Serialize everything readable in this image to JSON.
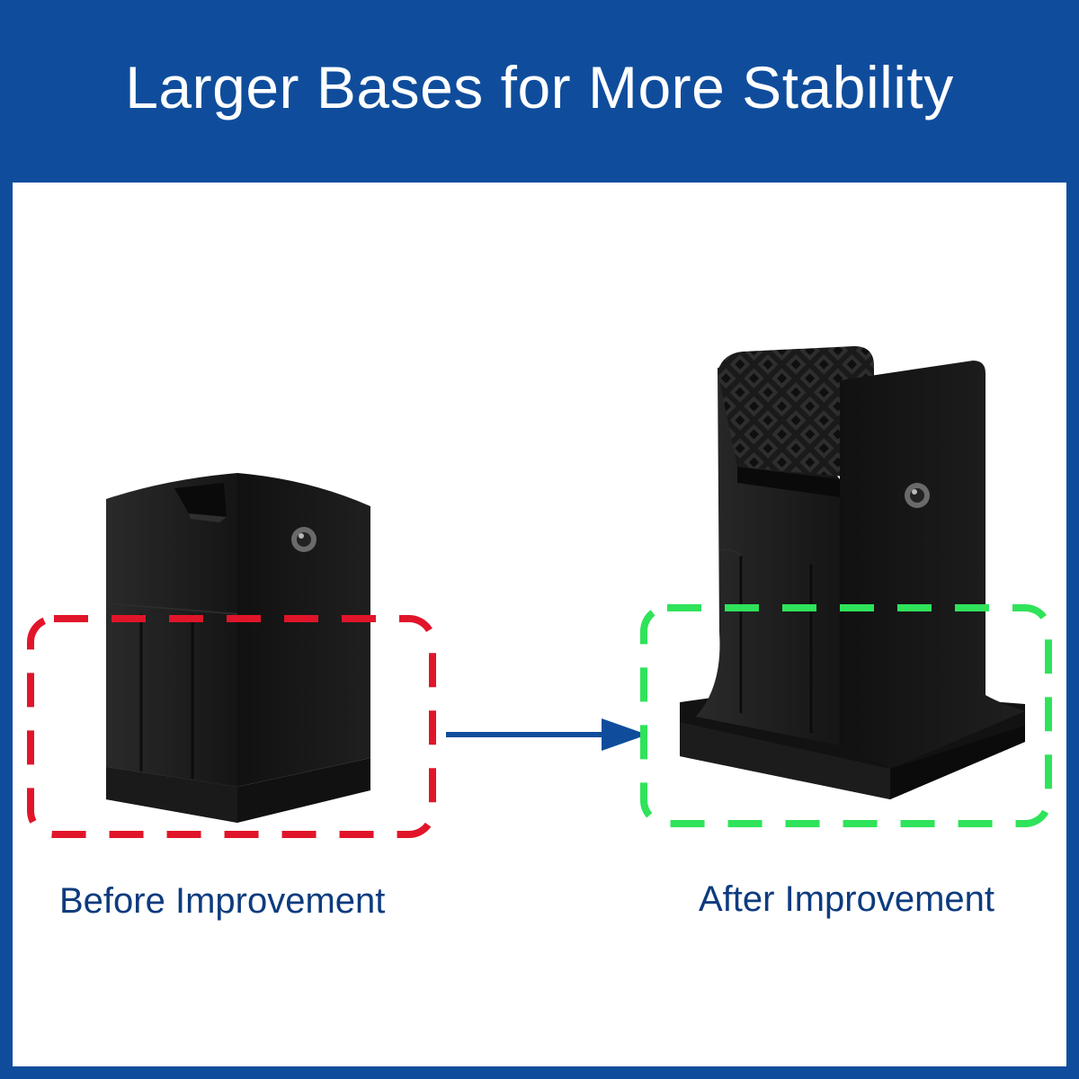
{
  "banner": {
    "title": "Larger Bases for More Stability",
    "background": "#0f4d9c"
  },
  "panels": {
    "before": {
      "caption": "Before Improvement",
      "highlight_color": "#e1152a"
    },
    "after": {
      "caption": "After Improvement",
      "highlight_color": "#2fe35a"
    }
  },
  "arrow": {
    "color": "#0f4d9c",
    "direction": "right"
  },
  "colors": {
    "caption": "#0d3b7e",
    "product": "#1c1c1c"
  }
}
